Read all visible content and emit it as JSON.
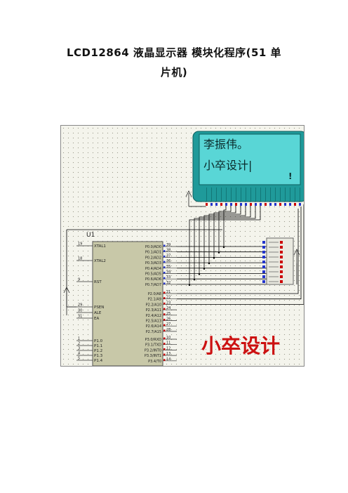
{
  "document": {
    "title_line1": "LCD12864 液晶显示器 模块化程序(51 单",
    "title_line2": "片机)"
  },
  "schematic": {
    "lcd": {
      "line1": "李振伟。",
      "line2": "小卒设计|",
      "mark": "!"
    },
    "mcu": {
      "ref": "U1",
      "left_pins": [
        {
          "num": "19",
          "name": "XTAL1"
        },
        {
          "num": "18",
          "name": "XTAL2"
        },
        {
          "num": "9",
          "name": "RST"
        },
        {
          "num": "29",
          "name": "PSEN"
        },
        {
          "num": "30",
          "name": "ALE"
        },
        {
          "num": "31",
          "name": "EA"
        },
        {
          "num": "1",
          "name": "P1.0"
        },
        {
          "num": "2",
          "name": "P1.1"
        },
        {
          "num": "3",
          "name": "P1.2"
        },
        {
          "num": "4",
          "name": "P1.3"
        },
        {
          "num": "5",
          "name": "P1.4"
        }
      ],
      "right_pins": [
        {
          "num": "39",
          "name": "P0.0/AD0"
        },
        {
          "num": "38",
          "name": "P0.1/AD1"
        },
        {
          "num": "37",
          "name": "P0.2/AD2"
        },
        {
          "num": "36",
          "name": "P0.3/AD3"
        },
        {
          "num": "35",
          "name": "P0.4/AD4"
        },
        {
          "num": "34",
          "name": "P0.5/AD5"
        },
        {
          "num": "33",
          "name": "P0.6/AD6"
        },
        {
          "num": "32",
          "name": "P0.7/AD7"
        },
        {
          "num": "21",
          "name": "P2.0/A8"
        },
        {
          "num": "22",
          "name": "P2.1/A9"
        },
        {
          "num": "23",
          "name": "P2.2/A10"
        },
        {
          "num": "24",
          "name": "P2.3/A11"
        },
        {
          "num": "25",
          "name": "P2.4/A12"
        },
        {
          "num": "26",
          "name": "P2.5/A13"
        },
        {
          "num": "27",
          "name": "P2.6/A14"
        },
        {
          "num": "28",
          "name": "P2.7/A15"
        },
        {
          "num": "10",
          "name": "P3.0/RXD"
        },
        {
          "num": "11",
          "name": "P3.1/TXD"
        },
        {
          "num": "12",
          "name": "P3.2/INT0"
        },
        {
          "num": "13",
          "name": "P3.3/INT1"
        },
        {
          "num": "14",
          "name": "P3.4/T0"
        }
      ]
    },
    "watermark": "小卒设计",
    "colors": {
      "lcd_bezel": "#1f9a9a",
      "lcd_screen": "#59d6d6",
      "chip_body": "#c8c8a8",
      "wire": "#000000",
      "pin_red": "#cc0000",
      "pin_blue": "#2233cc",
      "watermark": "#cc1111"
    }
  }
}
